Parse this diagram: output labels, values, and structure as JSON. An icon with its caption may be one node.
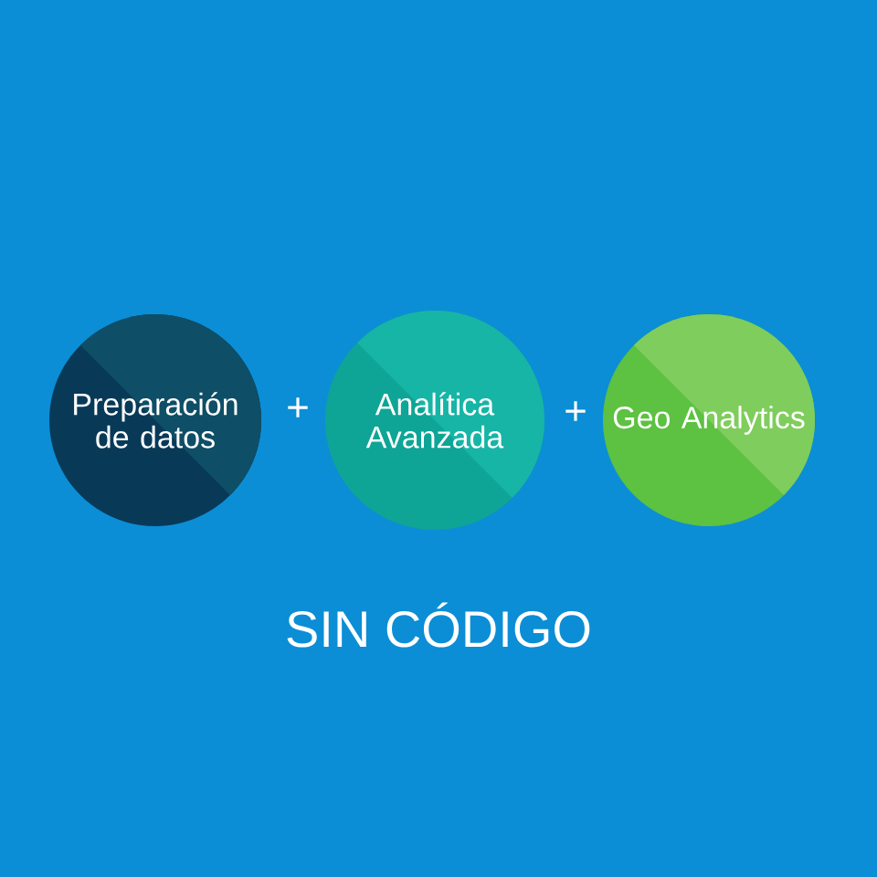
{
  "diagram": {
    "nodes": [
      {
        "text": [
          "Preparación de datos"
        ]
      },
      {
        "text": [
          "Analítica Avanzada"
        ]
      },
      {
        "text": [
          "Geo Analytics"
        ]
      }
    ],
    "labels": [
      "+",
      "+",
      "SIN CÓDIGO"
    ]
  }
}
